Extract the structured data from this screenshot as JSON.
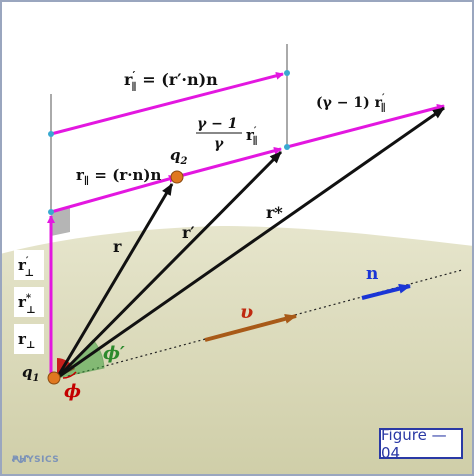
{
  "labels": {
    "r_par_prime_a": "r",
    "r_par_prime_b": "′",
    "r_par_prime_c": "∥",
    "r_par_prime_eq": " = (r′·n)n",
    "r_par": "r",
    "r_par_sub": "∥",
    "r_par_eq": " = (r·n)n",
    "gamma_num": "γ − 1",
    "gamma_den": "γ",
    "gamma_r": "r",
    "gamma_r_prime": "′",
    "gamma_r_sub": "∥",
    "gamma1_pre": "(γ − 1) r",
    "gamma1_prime": "′",
    "gamma1_sub": "∥",
    "q2": "q",
    "q2_sub": "2",
    "q1": "q",
    "q1_sub": "1",
    "r": "r",
    "r_prime": "r′",
    "r_star": "r*",
    "n": "n",
    "v": "υ",
    "phi": "ϕ",
    "phi_prime": "ϕ′",
    "r_perp_prime": "r",
    "r_perp_prime_sup": "′",
    "r_perp_prime_sub": "⊥",
    "r_perp_star": "r",
    "r_perp_star_sup": "*",
    "r_perp_star_sub": "⊥",
    "r_perp": "r",
    "r_perp_sub": "⊥"
  },
  "figure_label": "Figure — 04",
  "watermark": "PHYSICS",
  "colors": {
    "magenta": "#e317e0",
    "black": "#111111",
    "blue": "#1a35d6",
    "orange": "#a85a18",
    "ground": "#d6d5b4",
    "red_angle": "#c40000",
    "green_angle": "#2c8a2c",
    "frame_blue": "#2a39a5"
  }
}
